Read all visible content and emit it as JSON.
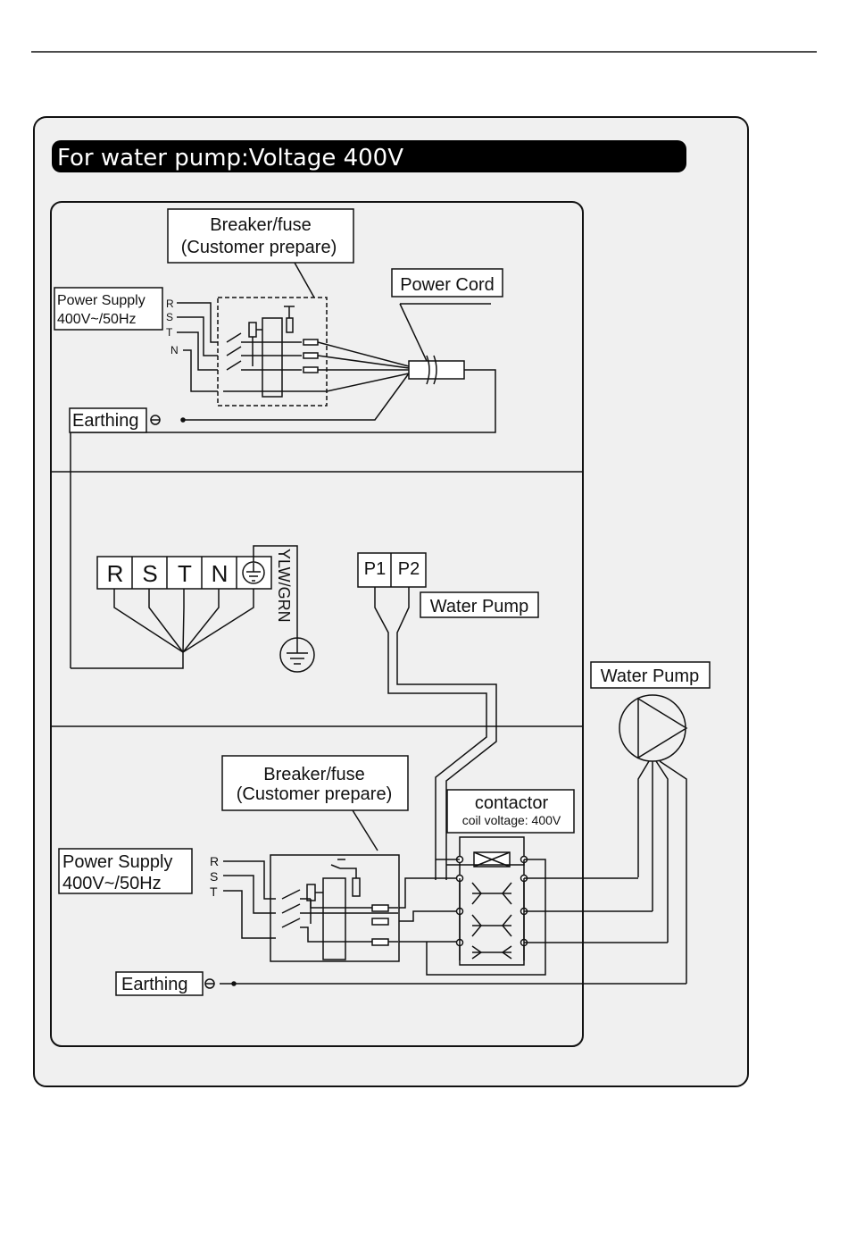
{
  "title": "For water pump:Voltage 400V",
  "section1": {
    "breaker_line1": "Breaker/fuse",
    "breaker_line2": "(Customer prepare)",
    "power_supply_line1": "Power Supply",
    "power_supply_line2": "400V~/50Hz",
    "phase_r": "R",
    "phase_s": "S",
    "phase_t": "T",
    "phase_n": "N",
    "power_cord": "Power Cord",
    "earthing": "Earthing"
  },
  "section2": {
    "terminals": [
      "R",
      "S",
      "T",
      "N"
    ],
    "ground_wire": "YLW/GRN",
    "pump_terminals": [
      "P1",
      "P2"
    ],
    "water_pump": "Water Pump"
  },
  "section3": {
    "breaker_line1": "Breaker/fuse",
    "breaker_line2": "(Customer prepare)",
    "power_supply_line1": "Power Supply",
    "power_supply_line2": "400V~/50Hz",
    "phase_r": "R",
    "phase_s": "S",
    "phase_t": "T",
    "contactor_line1": "contactor",
    "contactor_line2": "coil voltage: 400V",
    "earthing": "Earthing"
  },
  "external_pump_label": "Water Pump"
}
